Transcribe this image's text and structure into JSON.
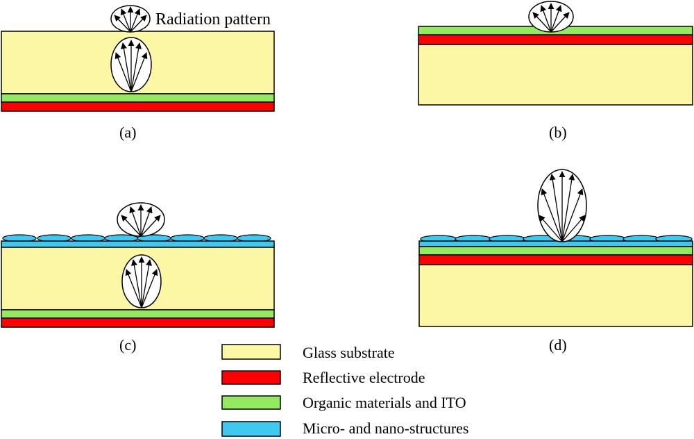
{
  "radiation_label": "Radiation pattern",
  "panels": [
    {
      "caption": "(a)"
    },
    {
      "caption": "(b)"
    },
    {
      "caption": "(c)"
    },
    {
      "caption": "(d)"
    }
  ],
  "legend": [
    {
      "label": "Glass substrate",
      "color": "#FBF7A5"
    },
    {
      "label": "Reflective electrode",
      "color": "#FF0000"
    },
    {
      "label": "Organic materials and ITO",
      "color": "#93E95F"
    },
    {
      "label": "Micro- and nano-structures",
      "color": "#3FC8F0"
    }
  ]
}
